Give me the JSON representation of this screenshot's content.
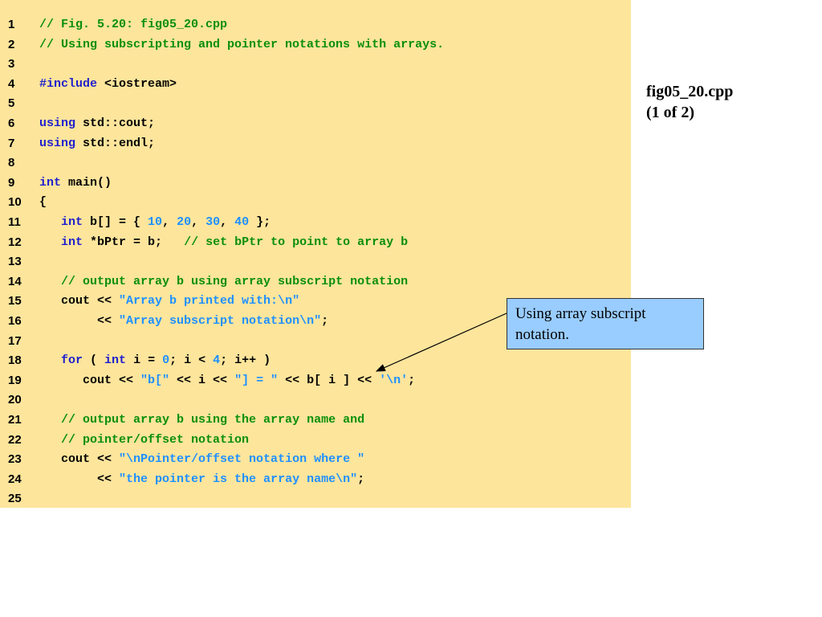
{
  "figure": {
    "title_line1": "fig05_20.cpp",
    "title_line2": "(1 of 2)"
  },
  "callout": {
    "text": "Using array subscript notation."
  },
  "colors": {
    "panel_background": "#fde59c",
    "callout_background": "#99ccff",
    "comment": "#0a8f0a",
    "keyword": "#1f1fcf",
    "string": "#1e90ff",
    "number": "#1e90ff",
    "plain": "#000000"
  },
  "code": [
    {
      "num": "1",
      "tokens": [
        {
          "t": "comment",
          "v": "// Fig. 5.20: fig05_20.cpp"
        }
      ]
    },
    {
      "num": "2",
      "tokens": [
        {
          "t": "comment",
          "v": "// Using subscripting and pointer notations with arrays."
        }
      ]
    },
    {
      "num": "3",
      "tokens": []
    },
    {
      "num": "4",
      "tokens": [
        {
          "t": "keyword",
          "v": "#include"
        },
        {
          "t": "plain",
          "v": " <iostream>"
        }
      ]
    },
    {
      "num": "5",
      "tokens": []
    },
    {
      "num": "6",
      "tokens": [
        {
          "t": "keyword",
          "v": "using"
        },
        {
          "t": "plain",
          "v": " std::cout;"
        }
      ]
    },
    {
      "num": "7",
      "tokens": [
        {
          "t": "keyword",
          "v": "using"
        },
        {
          "t": "plain",
          "v": " std::endl;"
        }
      ]
    },
    {
      "num": "8",
      "tokens": []
    },
    {
      "num": "9",
      "tokens": [
        {
          "t": "keyword",
          "v": "int"
        },
        {
          "t": "plain",
          "v": " main()"
        }
      ]
    },
    {
      "num": "10",
      "tokens": [
        {
          "t": "plain",
          "v": "{"
        }
      ]
    },
    {
      "num": "11",
      "tokens": [
        {
          "t": "plain",
          "v": "   "
        },
        {
          "t": "keyword",
          "v": "int"
        },
        {
          "t": "plain",
          "v": " b[] = { "
        },
        {
          "t": "number",
          "v": "10"
        },
        {
          "t": "plain",
          "v": ", "
        },
        {
          "t": "number",
          "v": "20"
        },
        {
          "t": "plain",
          "v": ", "
        },
        {
          "t": "number",
          "v": "30"
        },
        {
          "t": "plain",
          "v": ", "
        },
        {
          "t": "number",
          "v": "40"
        },
        {
          "t": "plain",
          "v": " };"
        }
      ]
    },
    {
      "num": "12",
      "tokens": [
        {
          "t": "plain",
          "v": "   "
        },
        {
          "t": "keyword",
          "v": "int"
        },
        {
          "t": "plain",
          "v": " *bPtr = b;   "
        },
        {
          "t": "comment",
          "v": "// set bPtr to point to array b"
        }
      ]
    },
    {
      "num": "13",
      "tokens": []
    },
    {
      "num": "14",
      "tokens": [
        {
          "t": "plain",
          "v": "   "
        },
        {
          "t": "comment",
          "v": "// output array b using array subscript notation"
        }
      ]
    },
    {
      "num": "15",
      "tokens": [
        {
          "t": "plain",
          "v": "   cout << "
        },
        {
          "t": "string",
          "v": "\"Array b printed with:\\n\""
        }
      ]
    },
    {
      "num": "16",
      "tokens": [
        {
          "t": "plain",
          "v": "        << "
        },
        {
          "t": "string",
          "v": "\"Array subscript notation\\n\""
        },
        {
          "t": "plain",
          "v": ";"
        }
      ]
    },
    {
      "num": "17",
      "tokens": []
    },
    {
      "num": "18",
      "tokens": [
        {
          "t": "plain",
          "v": "   "
        },
        {
          "t": "keyword",
          "v": "for"
        },
        {
          "t": "plain",
          "v": " ( "
        },
        {
          "t": "keyword",
          "v": "int"
        },
        {
          "t": "plain",
          "v": " i = "
        },
        {
          "t": "number",
          "v": "0"
        },
        {
          "t": "plain",
          "v": "; i < "
        },
        {
          "t": "number",
          "v": "4"
        },
        {
          "t": "plain",
          "v": "; i++ )"
        }
      ]
    },
    {
      "num": "19",
      "tokens": [
        {
          "t": "plain",
          "v": "      cout << "
        },
        {
          "t": "string",
          "v": "\"b[\""
        },
        {
          "t": "plain",
          "v": " << i << "
        },
        {
          "t": "string",
          "v": "\"] = \""
        },
        {
          "t": "plain",
          "v": " << b[ i ] << "
        },
        {
          "t": "string",
          "v": "'\\n'"
        },
        {
          "t": "plain",
          "v": ";"
        }
      ]
    },
    {
      "num": "20",
      "tokens": []
    },
    {
      "num": "21",
      "tokens": [
        {
          "t": "plain",
          "v": "   "
        },
        {
          "t": "comment",
          "v": "// output array b using the array name and"
        }
      ]
    },
    {
      "num": "22",
      "tokens": [
        {
          "t": "plain",
          "v": "   "
        },
        {
          "t": "comment",
          "v": "// pointer/offset notation"
        }
      ]
    },
    {
      "num": "23",
      "tokens": [
        {
          "t": "plain",
          "v": "   cout << "
        },
        {
          "t": "string",
          "v": "\"\\nPointer/offset notation where \""
        }
      ]
    },
    {
      "num": "24",
      "tokens": [
        {
          "t": "plain",
          "v": "        << "
        },
        {
          "t": "string",
          "v": "\"the pointer is the array name\\n\""
        },
        {
          "t": "plain",
          "v": ";"
        }
      ]
    },
    {
      "num": "25",
      "tokens": []
    }
  ]
}
